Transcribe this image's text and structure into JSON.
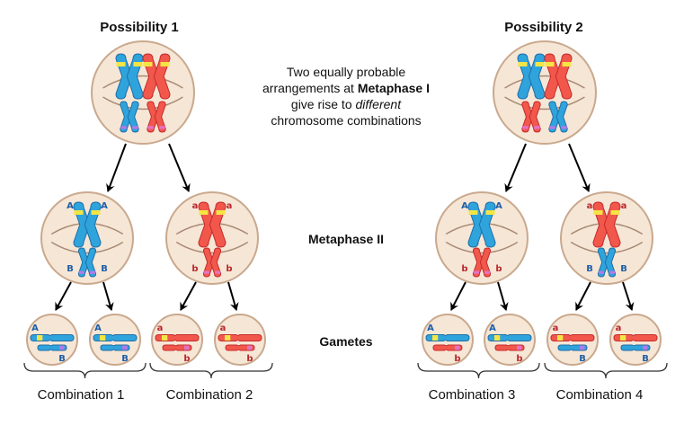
{
  "possibilities": [
    {
      "title": "Possibility 1"
    },
    {
      "title": "Possibility 2"
    }
  ],
  "caption": {
    "line1": "Two equally probable",
    "line2_prefix": "arrangements at ",
    "line2_bold": "Metaphase I",
    "line3_prefix": "give rise to ",
    "line3_italic": "different",
    "line4": "chromosome combinations"
  },
  "stages": {
    "metaphase2": "Metaphase II",
    "gametes": "Gametes"
  },
  "combinations": [
    {
      "label": "Combination 1",
      "alleles": [
        "A",
        "B"
      ]
    },
    {
      "label": "Combination 2",
      "alleles": [
        "a",
        "b"
      ]
    },
    {
      "label": "Combination 3",
      "alleles": [
        "A",
        "b"
      ]
    },
    {
      "label": "Combination 4",
      "alleles": [
        "a",
        "B"
      ]
    }
  ],
  "metaphase2_cells": [
    {
      "top_allele": "A",
      "bottom_allele": "B"
    },
    {
      "top_allele": "a",
      "bottom_allele": "b"
    },
    {
      "top_allele": "A",
      "bottom_allele": "b"
    },
    {
      "top_allele": "a",
      "bottom_allele": "B"
    }
  ],
  "colors": {
    "cell_fill": "#f6e6d6",
    "cell_stroke": "#c9a98e",
    "spindle": "#a88a74",
    "blue": "#2fa3dc",
    "blue_dark": "#1d6fa8",
    "red": "#f2574c",
    "red_dark": "#c52a2a",
    "yellow": "#f3e544",
    "purple": "#b07be6",
    "pink": "#e472c6",
    "label_blue": "#1f5fa8",
    "label_red": "#b8282c"
  }
}
